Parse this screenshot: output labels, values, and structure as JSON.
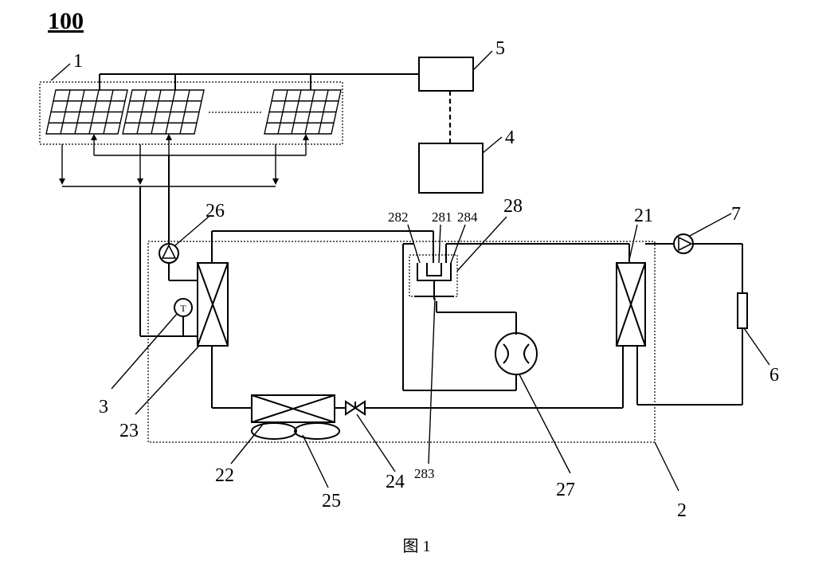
{
  "figure": {
    "title": "100",
    "caption": "图 1"
  },
  "labels": {
    "l1": "1",
    "l2": "2",
    "l3": "3",
    "l4": "4",
    "l5": "5",
    "l6": "6",
    "l7": "7",
    "l21": "21",
    "l22": "22",
    "l23": "23",
    "l24": "24",
    "l25": "25",
    "l26": "26",
    "l27": "27",
    "l28": "28",
    "l281": "281",
    "l282": "282",
    "l283": "283",
    "l284": "284"
  },
  "symbols": {
    "thermometer": "T"
  }
}
